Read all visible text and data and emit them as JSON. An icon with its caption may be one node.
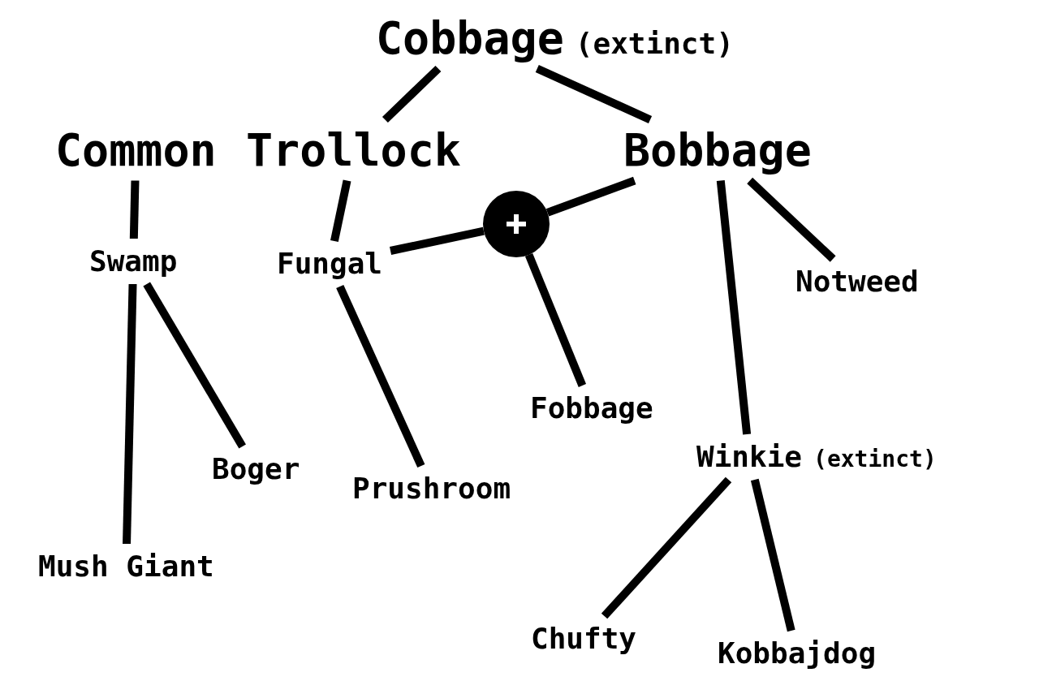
{
  "diagram": {
    "nodes": [
      {
        "text": [
          "Cobbage"
        ],
        "beside": [
          "(extinct)"
        ]
      },
      {
        "text": [
          "Common"
        ]
      },
      {
        "text": [
          "Trollock"
        ]
      },
      {
        "text": [
          "Bobbage"
        ]
      },
      {
        "text": [
          "Swamp"
        ]
      },
      {
        "text": [
          "Fungal"
        ]
      },
      {
        "text": [],
        "shape": "circle"
      },
      {
        "text": [
          "Notweed"
        ]
      },
      {
        "text": [
          "Boger"
        ]
      },
      {
        "text": [
          "Prushroom"
        ]
      },
      {
        "text": [
          "Fobbage"
        ]
      },
      {
        "text": [
          "Winkie"
        ],
        "beside": [
          "(extinct)"
        ]
      },
      {
        "text": [
          "Mush Giant"
        ]
      },
      {
        "text": [
          "Chufty"
        ]
      },
      {
        "text": [
          "Kobbajdog"
        ]
      }
    ],
    "edges": [
      {
        "from": 0,
        "to": 2,
        "arrow": "none"
      },
      {
        "from": 0,
        "to": 3,
        "arrow": "none"
      },
      {
        "from": 1,
        "to": 4,
        "arrow": "none"
      },
      {
        "from": 2,
        "to": 5,
        "arrow": "none"
      },
      {
        "from": 3,
        "to": 6,
        "arrow": "none"
      },
      {
        "from": 5,
        "to": 6,
        "arrow": "none"
      },
      {
        "from": 6,
        "to": 10,
        "arrow": "none"
      },
      {
        "from": 3,
        "to": 11,
        "arrow": "none"
      },
      {
        "from": 3,
        "to": 7,
        "arrow": "none"
      },
      {
        "from": 4,
        "to": 12,
        "arrow": "none"
      },
      {
        "from": 4,
        "to": 8,
        "arrow": "none"
      },
      {
        "from": 5,
        "to": 9,
        "arrow": "none"
      },
      {
        "from": 11,
        "to": 13,
        "arrow": "none"
      },
      {
        "from": 11,
        "to": 14,
        "arrow": "none"
      }
    ]
  }
}
